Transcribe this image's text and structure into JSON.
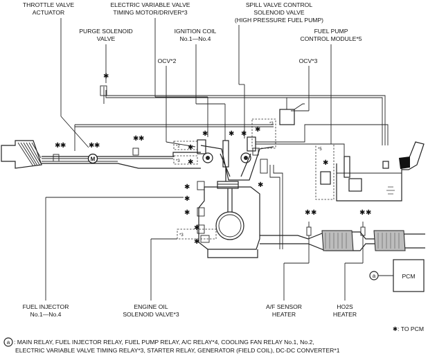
{
  "labels": {
    "throttle_valve_actuator": [
      "THROTTLE VALVE",
      "ACTUATOR"
    ],
    "evvt_motor_driver": [
      "ELECTRIC VARIABLE VALVE",
      "TIMING MOTOR/DRIVER*3"
    ],
    "spill_valve": [
      "SPILL VALVE CONTROL",
      "SOLENOID VALVE",
      "(HIGH PRESSURE FUEL PUMP)"
    ],
    "purge_solenoid_valve": [
      "PURGE SOLENOID",
      "VALVE"
    ],
    "ignition_coil": [
      "IGNITION COIL",
      "No.1—No.4"
    ],
    "fuel_pump_control_module": [
      "FUEL PUMP",
      "CONTROL MODULE*5"
    ],
    "ocv_2": "OCV*2",
    "ocv_3": "OCV*3",
    "fuel_injector": [
      "FUEL INJECTOR",
      "No.1—No.4"
    ],
    "engine_oil_solenoid": [
      "ENGINE OIL",
      "SOLENOID VALVE*3"
    ],
    "af_sensor_heater": [
      "A/F SENSOR",
      "HEATER"
    ],
    "ho2s_heater": [
      "HO2S",
      "HEATER"
    ],
    "pcm": "PCM",
    "relay_callout_letter": "a"
  },
  "markers": {
    "asterisk": "✱",
    "note_2": "*2",
    "note_3": "*3",
    "note_5": "*5",
    "motor_letter": "M"
  },
  "legend": {
    "to_pcm": "✱: TO PCM",
    "relay_note_letter": "a",
    "relay_note_line1": ": MAIN RELAY, FUEL INJECTOR RELAY, FUEL PUMP RELAY, A/C RELAY*4, COOLING FAN RELAY No.1, No.2,",
    "relay_note_line2": "ELECTRIC VARIABLE VALVE TIMING RELAY*3, STARTER RELAY, GENERATOR (FIELD COIL), DC-DC CONVERTER*1"
  }
}
